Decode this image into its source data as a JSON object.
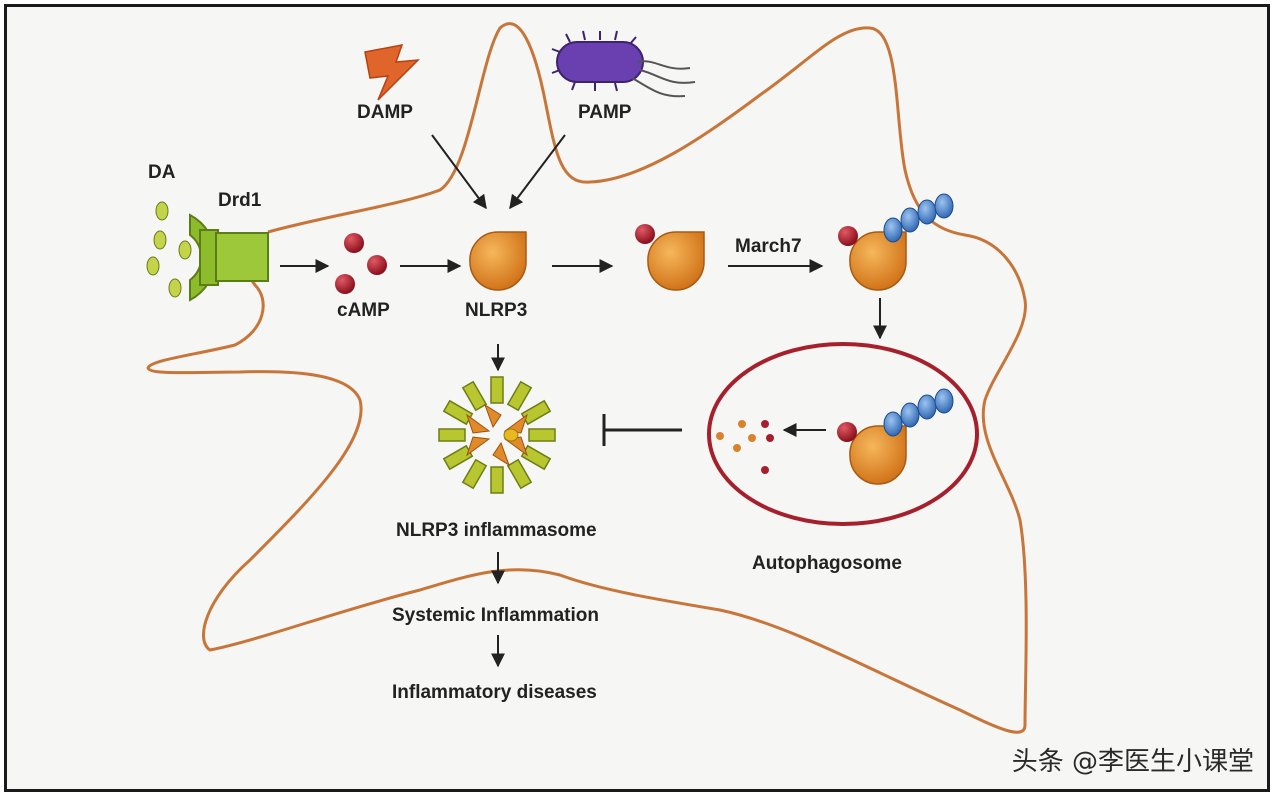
{
  "labels": {
    "da": "DA",
    "drd1": "Drd1",
    "damp": "DAMP",
    "pamp": "PAMP",
    "camp": "cAMP",
    "nlrp3": "NLRP3",
    "march7": "March7",
    "inflammasome": "NLRP3 inflammasome",
    "autophagosome": "Autophagosome",
    "systemic": "Systemic Inflammation",
    "diseases": "Inflammatory diseases"
  },
  "watermark": "头条 @李医生小课堂",
  "colors": {
    "cell_membrane": "#c8753a",
    "nlrp3": "#e08a2a",
    "camp": "#b0162a",
    "ubiquitin": "#3a78c9",
    "autophagosome": "#a5202c",
    "drd1": "#8dbb2c",
    "da_ligand": "#c4d44a",
    "pamp_bacterium": "#6a3fb0",
    "damp_bolt": "#e0652a"
  }
}
